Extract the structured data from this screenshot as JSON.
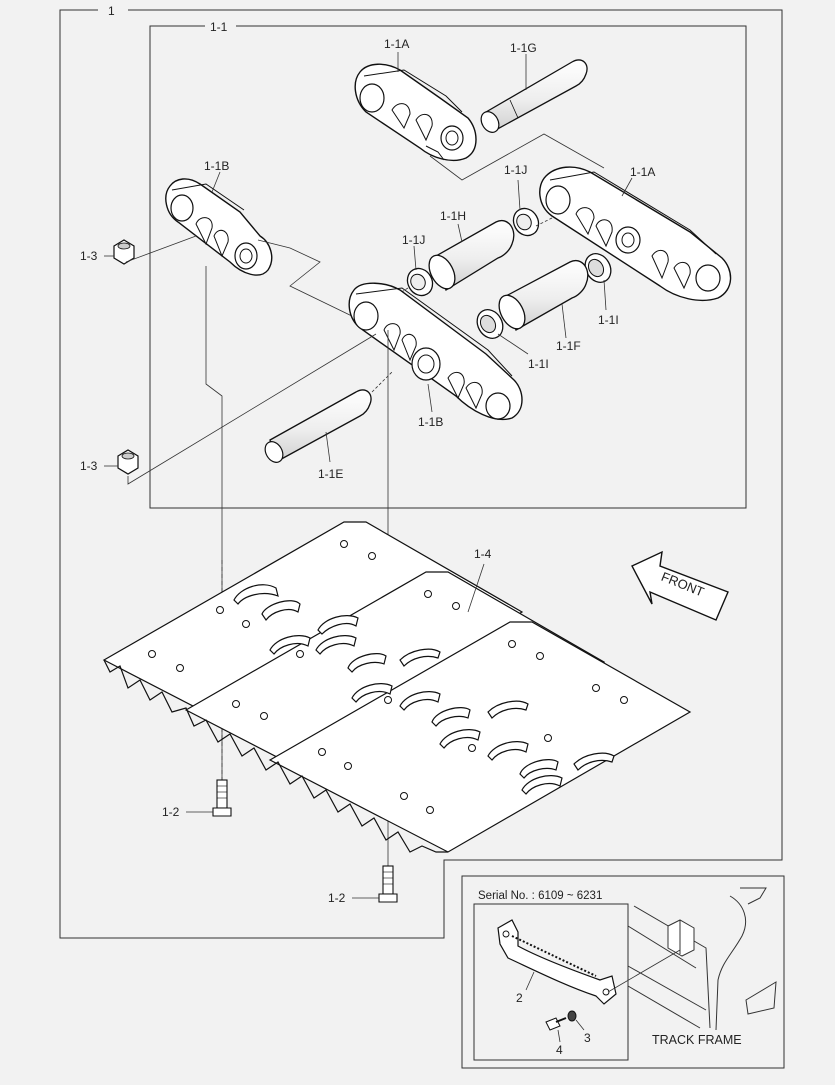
{
  "diagram": {
    "labels": {
      "assembly": "1",
      "link_assembly": "1-1",
      "link_1a_top": "1-1A",
      "link_1a_right": "1-1A",
      "link_1b_left": "1-1B",
      "link_1b_center": "1-1B",
      "pin_1e": "1-1E",
      "bushing_1f": "1-1F",
      "pin_1g": "1-1G",
      "bushing_1h": "1-1H",
      "seal_1i_right": "1-1I",
      "seal_1i_center": "1-1I",
      "spacer_1j_top": "1-1J",
      "spacer_1j_left": "1-1J",
      "bolt_upper": "1-2",
      "bolt_lower": "1-2",
      "nut_upper": "1-3",
      "nut_lower": "1-3",
      "shoe": "1-4",
      "front": "FRONT"
    },
    "inset": {
      "serial": "Serial No. : 6109 ~ 6231",
      "part_2": "2",
      "part_3": "3",
      "part_4": "4",
      "track_frame": "TRACK FRAME"
    }
  }
}
